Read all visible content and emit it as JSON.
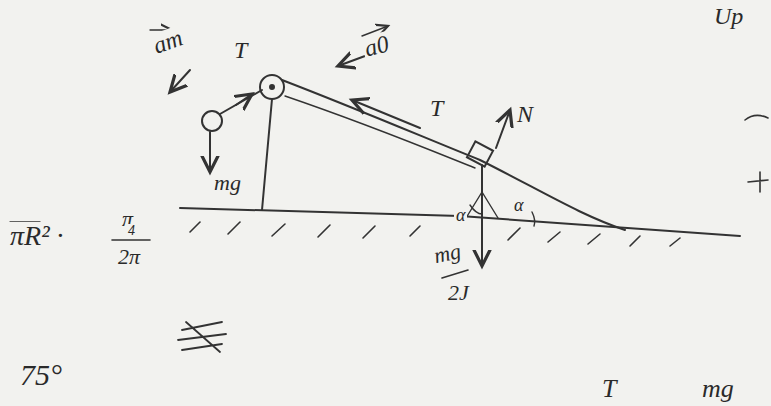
{
  "diagram": {
    "labels": [
      "am",
      "T",
      "a0",
      "T",
      "N",
      "mg",
      "mg",
      "2J",
      "α",
      "α",
      "πR² ·",
      "π",
      "4",
      "2π",
      "75°",
      "T",
      "mg",
      "Up"
    ]
  }
}
